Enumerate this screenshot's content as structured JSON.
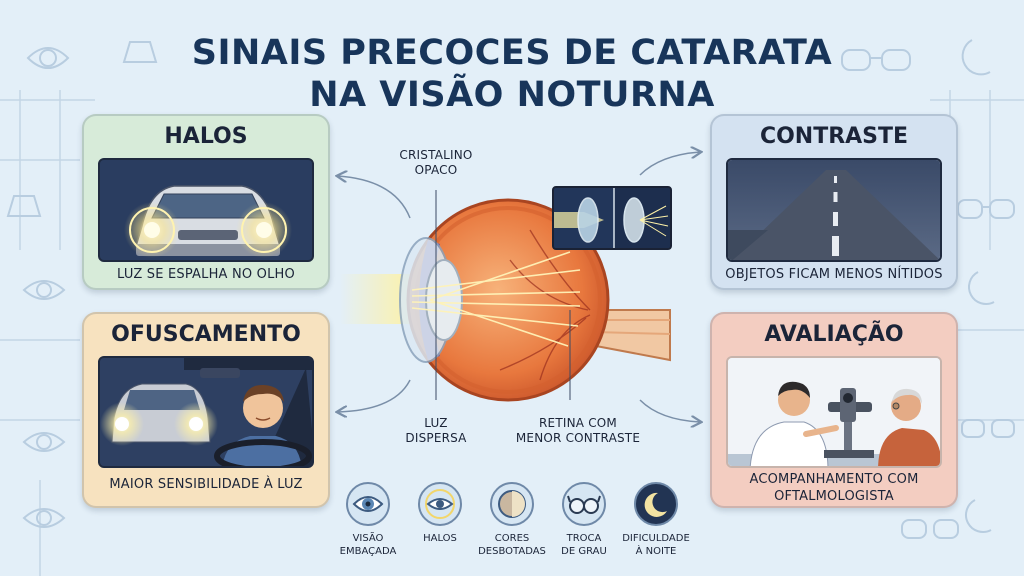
{
  "title_lines": [
    "SINAIS PRECOCES DE CATARATA",
    "NA VISÃO NOTURNA"
  ],
  "cards": {
    "halos": {
      "title": "HALOS",
      "caption": "LUZ SE ESPALHA NO OLHO"
    },
    "contraste": {
      "title": "CONTRASTE",
      "caption": "OBJETOS FICAM MENOS NÍTIDOS"
    },
    "ofuscamento": {
      "title": "OFUSCAMENTO",
      "caption": "MAIOR SENSIBILIDADE À LUZ"
    },
    "avaliacao": {
      "title": "AVALIAÇÃO",
      "caption_lines": [
        "ACOMPANHAMENTO COM",
        "OFTALMOLOGISTA"
      ]
    }
  },
  "eye_labels": {
    "cristalino": [
      "CRISTALINO",
      "OPACO"
    ],
    "luz": [
      "LUZ",
      "DISPERSA"
    ],
    "retina": [
      "RETINA COM",
      "MENOR CONTRASTE"
    ]
  },
  "symptoms": [
    {
      "icon": "eye-icon",
      "lines": [
        "VISÃO",
        "EMBAÇADA"
      ]
    },
    {
      "icon": "halo-eye-icon",
      "lines": [
        "HALOS"
      ]
    },
    {
      "icon": "faded-colors-icon",
      "lines": [
        "CORES",
        "DESBOTADAS"
      ]
    },
    {
      "icon": "glasses-icon",
      "lines": [
        "TROCA",
        "DE GRAU"
      ]
    },
    {
      "icon": "moon-icon",
      "lines": [
        "DIFICULDADE",
        "À NOITE"
      ]
    }
  ],
  "colors": {
    "background": "#e3eff8",
    "halos_card": "#d7ebd9",
    "contraste_card": "#d4e2f1",
    "ofuscamento_card": "#f7e2bf",
    "avaliacao_card": "#f3cdc1",
    "title": "#18355a"
  }
}
